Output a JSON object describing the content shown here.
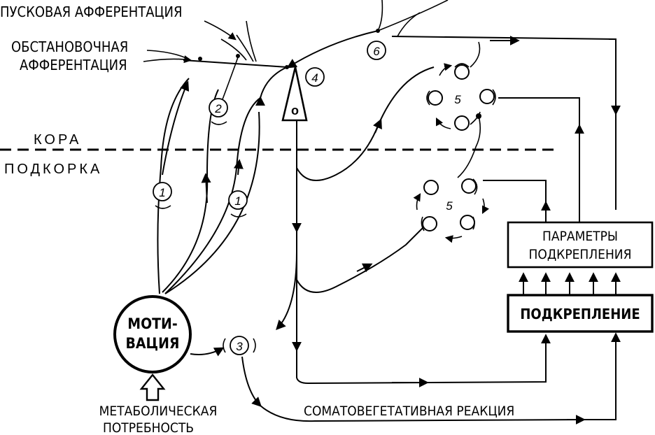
{
  "labels": {
    "trigger_afferentation": "ПУСКОВАЯ АФФЕРЕНТАЦИЯ",
    "situational_afferentation_1": "ОБСТАНОВОЧНАЯ",
    "situational_afferentation_2": "АФФЕРЕНТАЦИЯ",
    "cortex": "КОРА",
    "subcortex": "ПОДКОРКА",
    "motivation_1": "МОТИ-",
    "motivation_2": "ВАЦИЯ",
    "metabolic_need_1": "МЕТАБОЛИЧЕСКАЯ",
    "metabolic_need_2": "ПОТРЕБНОСТЬ",
    "reinforcement_params_1": "ПАРАМЕТРЫ",
    "reinforcement_params_2": "ПОДКРЕПЛЕНИЯ",
    "reinforcement": "ПОДКРЕПЛЕНИЕ",
    "somatovegetative_reaction": "СОМАТОВЕГЕТАТИВНАЯ РЕАКЦИЯ",
    "neuron_glyph": "о"
  },
  "markers": {
    "m1a": "1",
    "m1b": "1",
    "m2": "2",
    "m3": "3",
    "m4": "4",
    "m5a": "5",
    "m5b": "5",
    "m6": "6"
  }
}
